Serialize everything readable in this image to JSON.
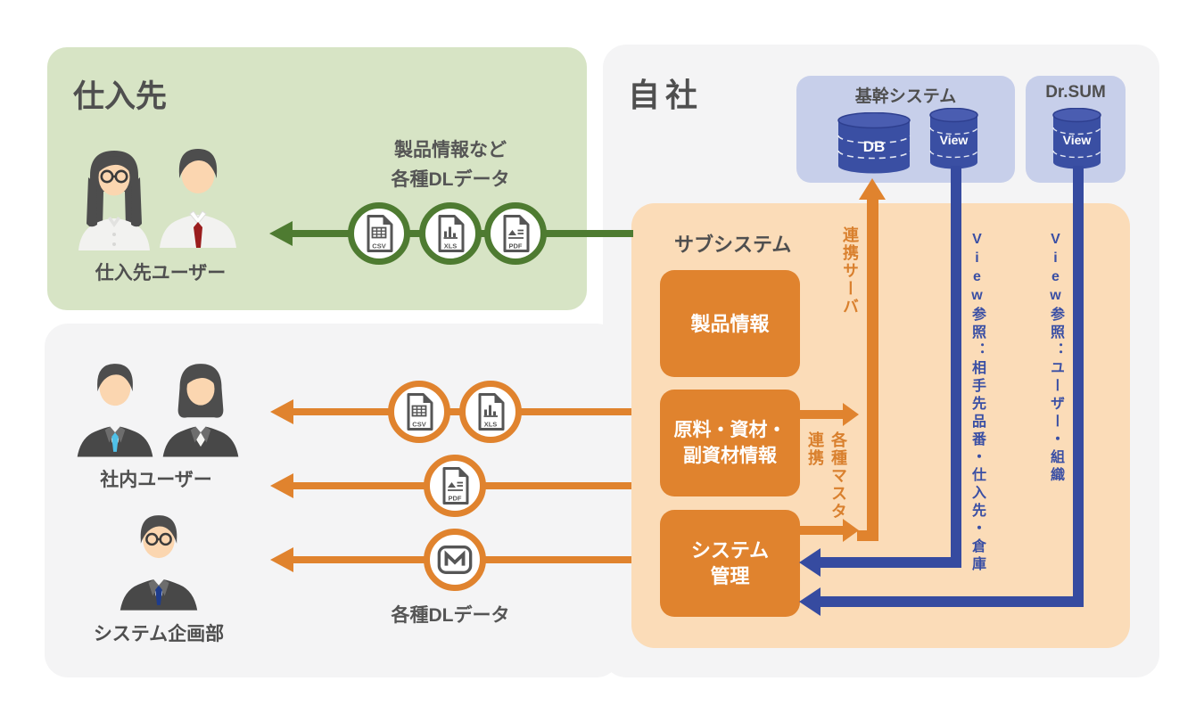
{
  "supplier": {
    "title": "仕入先",
    "users_label": "仕入先ユーザー",
    "dl_text": {
      "line1": "製品情報など",
      "line2": "各種DLデータ"
    }
  },
  "company": {
    "title": "自社",
    "core_system": {
      "title": "基幹システム",
      "db_label": "DB",
      "view_label": "View"
    },
    "drsum": {
      "title": "Dr.SUM",
      "view_label": "View"
    },
    "subsystem": {
      "title": "サブシステム",
      "product_box": "製品情報",
      "material_box": {
        "line1": "原料・資材・",
        "line2": "副資材情報"
      },
      "sysadmin_box": {
        "line1": "システム",
        "line2": "管理"
      }
    },
    "flow_labels": {
      "link_server": "連携サーバ",
      "master_link": {
        "line1": "各種マスタ",
        "line2": "連携"
      },
      "view_ref_core": {
        "latin": "View",
        "rest": "参照：相手先品番・仕入先・倉庫"
      },
      "view_ref_drsum": {
        "latin": "View",
        "rest": "参照：ユーザー・組織"
      }
    }
  },
  "internal": {
    "users_label": "社内ユーザー",
    "planning_label": "システム企画部",
    "dl_label": "各種DLデータ"
  },
  "file_icons": {
    "csv": "CSV",
    "xls": "XLS",
    "pdf": "PDF"
  },
  "colors": {
    "green_bg": "#d7e4c5",
    "green_accent": "#4e7b31",
    "gray_bg": "#f4f4f5",
    "peach_bg": "#fbdcb8",
    "orange_accent": "#e0832e",
    "orange_text": "#d9802e",
    "blue_panel": "#c7cfea",
    "blue_accent": "#364ba0",
    "cylinder_blue": "#3a4fa3",
    "text_dark": "#4f4f4f"
  }
}
